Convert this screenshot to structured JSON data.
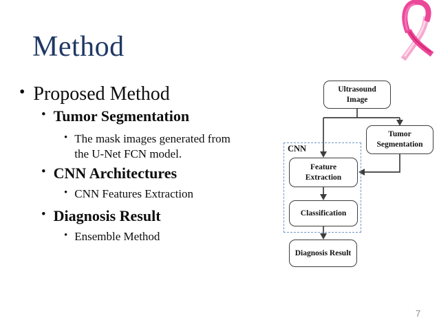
{
  "slide": {
    "title": "Method",
    "page_number": "7",
    "background_color": "#ffffff",
    "title_color": "#1f3864"
  },
  "outline": {
    "bullet_char": "•",
    "items": [
      {
        "level": 1,
        "text": "Proposed Method"
      },
      {
        "level": 2,
        "text": "Tumor Segmentation"
      },
      {
        "level": 3,
        "text": "The mask images generated from the U-Net FCN model."
      },
      {
        "level": 2,
        "text": "CNN Architectures"
      },
      {
        "level": 3,
        "text": "CNN Features Extraction"
      },
      {
        "level": 2,
        "text": "Diagnosis Result"
      },
      {
        "level": 3,
        "text": "Ensemble Method"
      }
    ]
  },
  "flowchart": {
    "group_label": "CNN",
    "nodes": [
      {
        "id": "ultrasound-image",
        "label": "Ultrasound\nImage"
      },
      {
        "id": "tumor-segmentation",
        "label": "Tumor\nSegmentation"
      },
      {
        "id": "feature-extraction",
        "label": "Feature\nExtraction"
      },
      {
        "id": "classification",
        "label": "Classification"
      },
      {
        "id": "diagnosis-result",
        "label": "Diagnosis Result"
      }
    ],
    "colors": {
      "box_border": "#3d3d3d",
      "dashed_group_border": "#6f94c8",
      "arrow": "#3d3d3d"
    }
  },
  "decorations": {
    "ribbon_icon": "pink-awareness-ribbon",
    "ribbon_colors": {
      "dark": "#ec4899",
      "light": "#f6a8cf",
      "highlight": "#fcd9ea"
    }
  }
}
